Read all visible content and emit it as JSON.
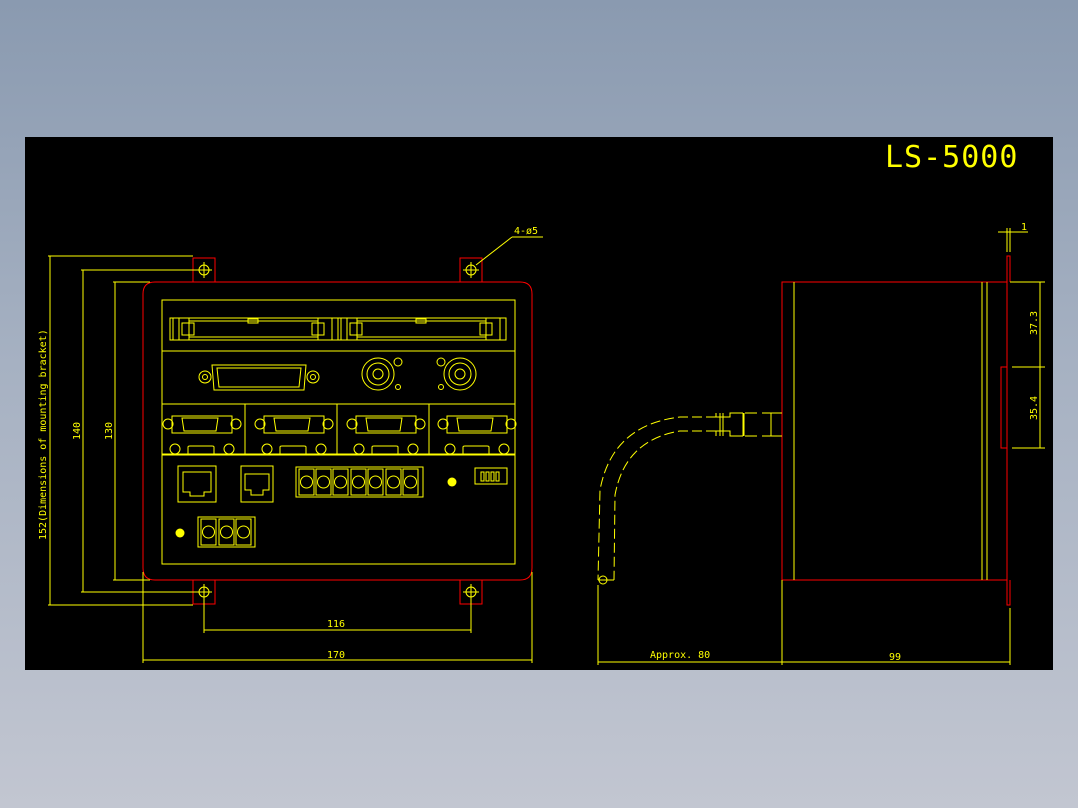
{
  "drawing": {
    "title": "LS-5000",
    "colors": {
      "background_top": "#8a9ab0",
      "background_bottom": "#c2c6d1",
      "sheet": "#000000",
      "geometry": "#ffff00",
      "outline": "#ff0000"
    },
    "front_view": {
      "hole_callout": "4-ø5",
      "dim_bracket_height": "152(Dimensions of mounting bracket)",
      "dim_hole_pitch_vertical": "140",
      "dim_body_height": "130",
      "dim_hole_pitch_horizontal": "116",
      "dim_body_width": "170",
      "components": [
        "card-slot-left",
        "card-slot-right",
        "d-sub-25-connector",
        "bnc-connector-1",
        "bnc-connector-2",
        "d-sub-9-connector-1",
        "d-sub-9-connector-2",
        "d-sub-9-connector-3",
        "d-sub-9-connector-4",
        "rj45-port-1",
        "rj45-port-2",
        "terminal-block-7-pin",
        "led-indicator-1",
        "dip-switch-4",
        "led-indicator-2",
        "terminal-block-3-pin"
      ]
    },
    "side_view": {
      "dim_flange_thickness": "1",
      "dim_upper_offset": "37.3",
      "dim_slot_height": "35.4",
      "dim_cable_length": "Approx. 80",
      "dim_body_depth": "99"
    }
  }
}
